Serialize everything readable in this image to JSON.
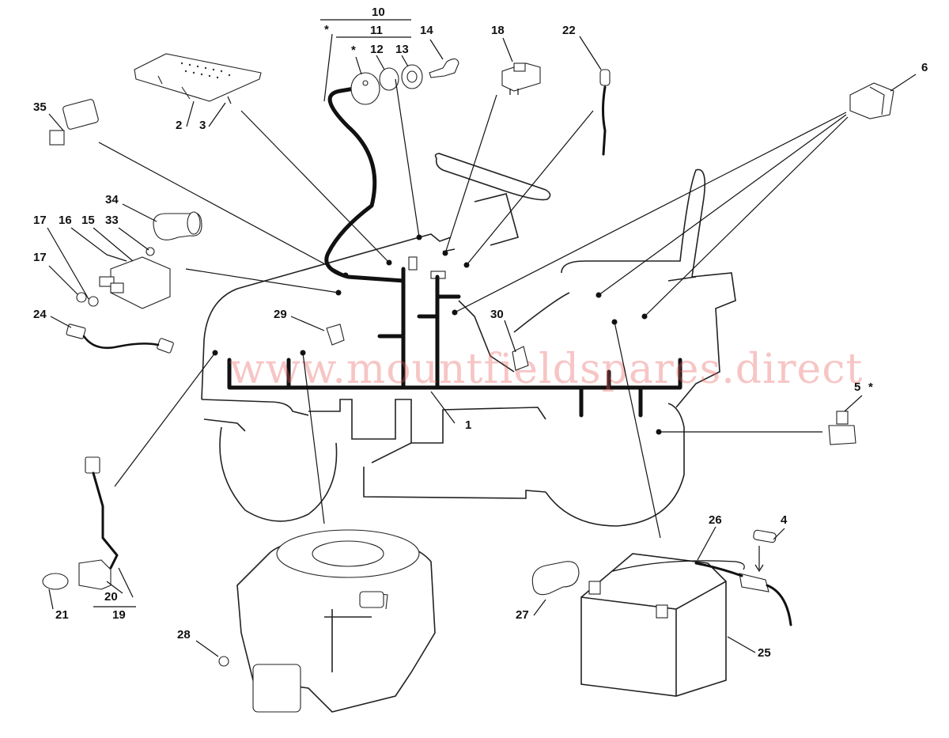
{
  "watermark": "www.mountfieldspares.direct",
  "labels": {
    "l1": "1",
    "l2": "2",
    "l3": "3",
    "l4": "4",
    "l5": "5",
    "l5s": "*",
    "l6": "6",
    "l10": "10",
    "l10s": "*",
    "l11": "11",
    "l11s": "*",
    "l12": "12",
    "l13": "13",
    "l14": "14",
    "l15": "15",
    "l16": "16",
    "l17a": "17",
    "l17b": "17",
    "l18": "18",
    "l19": "19",
    "l20": "20",
    "l21": "21",
    "l22": "22",
    "l24": "24",
    "l25": "25",
    "l26": "26",
    "l27": "27",
    "l28": "28",
    "l29": "29",
    "l30": "30",
    "l33": "33",
    "l34": "34",
    "l35": "35"
  },
  "colors": {
    "ink": "#111111",
    "watermark": "#e85a5a",
    "background": "#ffffff"
  }
}
